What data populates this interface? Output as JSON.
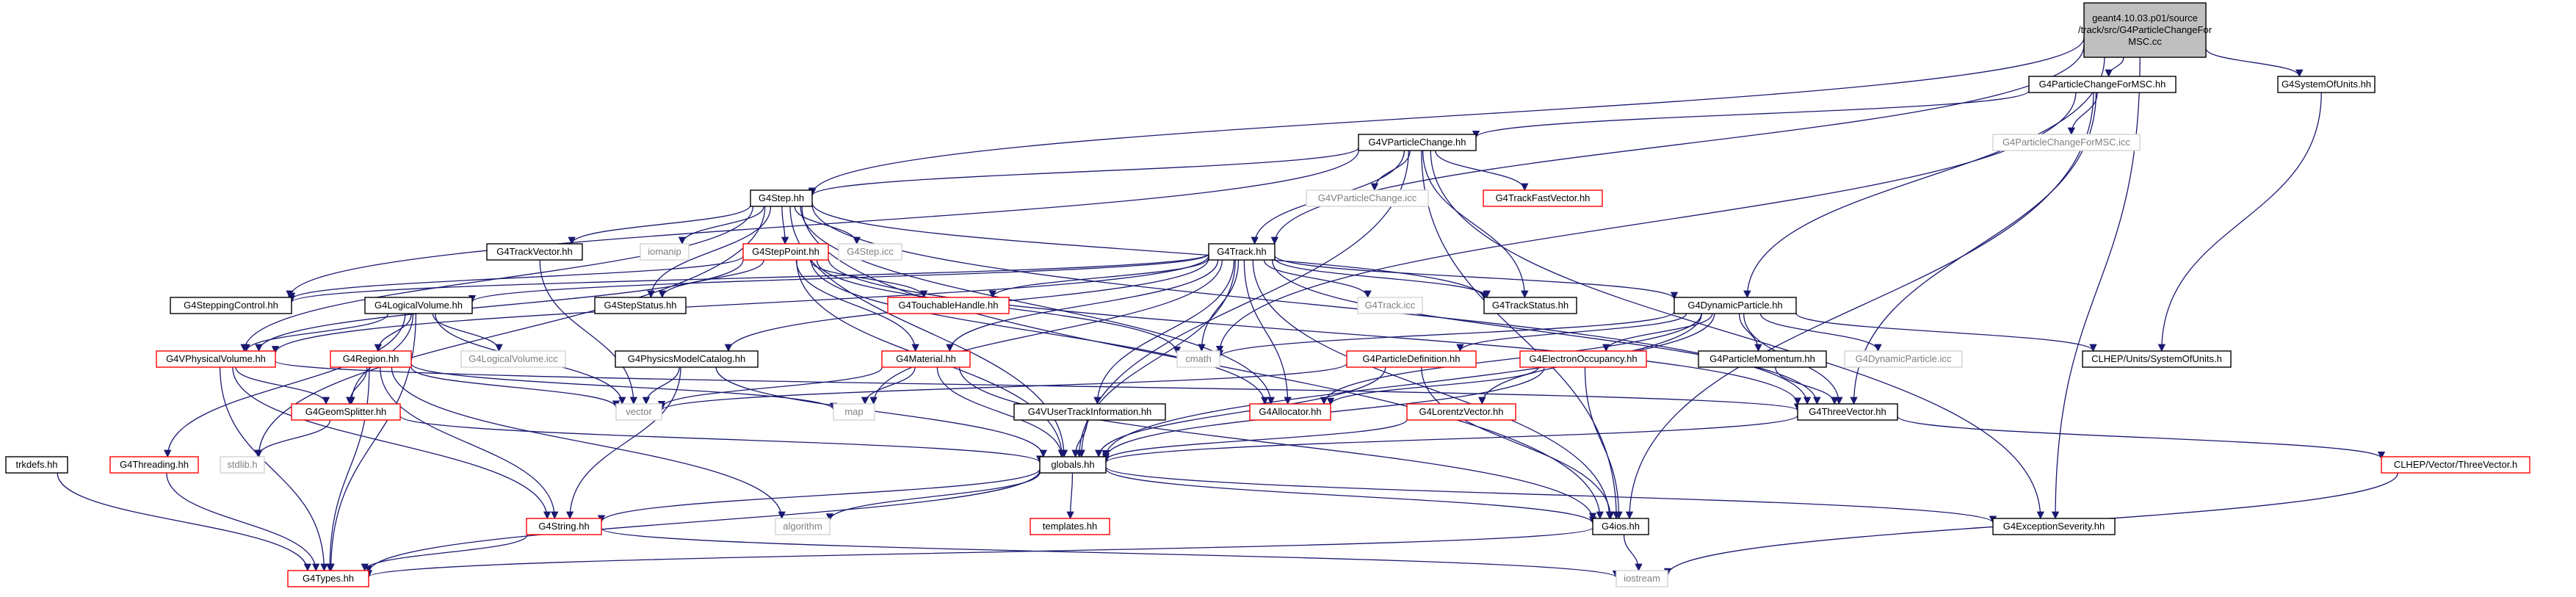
{
  "colors": {
    "edge": "#191970",
    "root_fill": "#bfbfbf",
    "box_border": "#000000",
    "external_border": "#d3d3d3",
    "truncated_border": "#ff0000",
    "text": "#000000",
    "external_text": "#7f7f7f"
  },
  "nodes": [
    {
      "id": "root",
      "lines": [
        "geant4.10.03.p01/source",
        "/track/src/G4ParticleChangeFor",
        "MSC.cc"
      ],
      "style": "root"
    },
    {
      "id": "pcmsc_hh",
      "lines": [
        "G4ParticleChangeForMSC.hh"
      ],
      "style": "normal"
    },
    {
      "id": "sysunits_hh",
      "lines": [
        "G4SystemOfUnits.hh"
      ],
      "style": "normal"
    },
    {
      "id": "vpc_hh",
      "lines": [
        "G4VParticleChange.hh"
      ],
      "style": "normal"
    },
    {
      "id": "pcmsc_icc",
      "lines": [
        "G4ParticleChangeForMSC.icc"
      ],
      "style": "external"
    },
    {
      "id": "step_hh",
      "lines": [
        "G4Step.hh"
      ],
      "style": "normal"
    },
    {
      "id": "vpc_icc",
      "lines": [
        "G4VParticleChange.icc"
      ],
      "style": "external"
    },
    {
      "id": "tfv_hh",
      "lines": [
        "G4TrackFastVector.hh"
      ],
      "style": "truncated"
    },
    {
      "id": "trackvector_hh",
      "lines": [
        "G4TrackVector.hh"
      ],
      "style": "normal"
    },
    {
      "id": "iomanip",
      "lines": [
        "iomanip"
      ],
      "style": "external"
    },
    {
      "id": "steppoint_hh",
      "lines": [
        "G4StepPoint.hh"
      ],
      "style": "truncated"
    },
    {
      "id": "step_icc",
      "lines": [
        "G4Step.icc"
      ],
      "style": "external"
    },
    {
      "id": "track_hh",
      "lines": [
        "G4Track.hh"
      ],
      "style": "normal"
    },
    {
      "id": "steppingcontrol_hh",
      "lines": [
        "G4SteppingControl.hh"
      ],
      "style": "normal"
    },
    {
      "id": "stepstatus_hh",
      "lines": [
        "G4StepStatus.hh"
      ],
      "style": "normal"
    },
    {
      "id": "touchable_hh",
      "lines": [
        "G4TouchableHandle.hh"
      ],
      "style": "truncated"
    },
    {
      "id": "track_icc",
      "lines": [
        "G4Track.icc"
      ],
      "style": "external"
    },
    {
      "id": "trackstatus_hh",
      "lines": [
        "G4TrackStatus.hh"
      ],
      "style": "normal"
    },
    {
      "id": "dynpart_hh",
      "lines": [
        "G4DynamicParticle.hh"
      ],
      "style": "normal"
    },
    {
      "id": "logvol_hh",
      "lines": [
        "G4LogicalVolume.hh"
      ],
      "style": "normal"
    },
    {
      "id": "logvol_icc",
      "lines": [
        "G4LogicalVolume.icc"
      ],
      "style": "external"
    },
    {
      "id": "physmodel_hh",
      "lines": [
        "G4PhysicsModelCatalog.hh"
      ],
      "style": "normal"
    },
    {
      "id": "cmath",
      "lines": [
        "cmath"
      ],
      "style": "external"
    },
    {
      "id": "partdef_hh",
      "lines": [
        "G4ParticleDefinition.hh"
      ],
      "style": "truncated"
    },
    {
      "id": "elocc_hh",
      "lines": [
        "G4ElectronOccupancy.hh"
      ],
      "style": "truncated"
    },
    {
      "id": "partmom_hh",
      "lines": [
        "G4ParticleMomentum.hh"
      ],
      "style": "normal"
    },
    {
      "id": "dynpart_icc",
      "lines": [
        "G4DynamicParticle.icc"
      ],
      "style": "external"
    },
    {
      "id": "clhep_units",
      "lines": [
        "CLHEP/Units/SystemOfUnits.h"
      ],
      "style": "normal"
    },
    {
      "id": "vphysvol_hh",
      "lines": [
        "G4VPhysicalVolume.hh"
      ],
      "style": "truncated"
    },
    {
      "id": "material_hh",
      "lines": [
        "G4Material.hh"
      ],
      "style": "truncated"
    },
    {
      "id": "region_hh",
      "lines": [
        "G4Region.hh"
      ],
      "style": "truncated"
    },
    {
      "id": "vector",
      "lines": [
        "vector"
      ],
      "style": "external"
    },
    {
      "id": "map",
      "lines": [
        "map"
      ],
      "style": "external"
    },
    {
      "id": "geomsplitter_hh",
      "lines": [
        "G4GeomSplitter.hh"
      ],
      "style": "truncated"
    },
    {
      "id": "allocator_hh",
      "lines": [
        "G4Allocator.hh"
      ],
      "style": "truncated"
    },
    {
      "id": "vuti_hh",
      "lines": [
        "G4VUserTrackInformation.hh"
      ],
      "style": "normal"
    },
    {
      "id": "lorentz_hh",
      "lines": [
        "G4LorentzVector.hh"
      ],
      "style": "truncated"
    },
    {
      "id": "threevector_hh",
      "lines": [
        "G4ThreeVector.hh"
      ],
      "style": "normal"
    },
    {
      "id": "trkdefs_hh",
      "lines": [
        "trkdefs.hh"
      ],
      "style": "normal"
    },
    {
      "id": "threading_hh",
      "lines": [
        "G4Threading.hh"
      ],
      "style": "truncated"
    },
    {
      "id": "stdlib_h",
      "lines": [
        "stdlib.h"
      ],
      "style": "external"
    },
    {
      "id": "globals_hh",
      "lines": [
        "globals.hh"
      ],
      "style": "normal"
    },
    {
      "id": "clhep_three",
      "lines": [
        "CLHEP/Vector/ThreeVector.h"
      ],
      "style": "truncated"
    },
    {
      "id": "string_hh",
      "lines": [
        "G4String.hh"
      ],
      "style": "truncated"
    },
    {
      "id": "algorithm",
      "lines": [
        "algorithm"
      ],
      "style": "external"
    },
    {
      "id": "templates_hh",
      "lines": [
        "templates.hh"
      ],
      "style": "truncated"
    },
    {
      "id": "ios_hh",
      "lines": [
        "G4ios.hh"
      ],
      "style": "normal"
    },
    {
      "id": "excsev_hh",
      "lines": [
        "G4ExceptionSeverity.hh"
      ],
      "style": "normal"
    },
    {
      "id": "types_hh",
      "lines": [
        "G4Types.hh"
      ],
      "style": "truncated"
    },
    {
      "id": "iostream",
      "lines": [
        "iostream"
      ],
      "style": "external"
    }
  ],
  "edges": [
    [
      "root",
      "pcmsc_hh"
    ],
    [
      "root",
      "sysunits_hh"
    ],
    [
      "root",
      "step_hh"
    ],
    [
      "root",
      "track_hh"
    ],
    [
      "root",
      "dynpart_hh"
    ],
    [
      "root",
      "excsev_hh"
    ],
    [
      "pcmsc_hh",
      "vpc_hh"
    ],
    [
      "pcmsc_hh",
      "pcmsc_icc"
    ],
    [
      "pcmsc_hh",
      "cmath"
    ],
    [
      "pcmsc_hh",
      "threevector_hh"
    ],
    [
      "pcmsc_hh",
      "ios_hh"
    ],
    [
      "sysunits_hh",
      "clhep_units"
    ],
    [
      "vpc_hh",
      "step_hh"
    ],
    [
      "vpc_hh",
      "vpc_icc"
    ],
    [
      "vpc_hh",
      "tfv_hh"
    ],
    [
      "vpc_hh",
      "track_hh"
    ],
    [
      "vpc_hh",
      "trackstatus_hh"
    ],
    [
      "vpc_hh",
      "steppingcontrol_hh"
    ],
    [
      "vpc_hh",
      "globals_hh"
    ],
    [
      "vpc_hh",
      "ios_hh"
    ],
    [
      "vpc_hh",
      "excsev_hh"
    ],
    [
      "step_hh",
      "trackvector_hh"
    ],
    [
      "step_hh",
      "iomanip"
    ],
    [
      "step_hh",
      "steppoint_hh"
    ],
    [
      "step_hh",
      "step_icc"
    ],
    [
      "step_hh",
      "stepstatus_hh"
    ],
    [
      "step_hh",
      "vphysvol_hh"
    ],
    [
      "step_hh",
      "stdlib_h"
    ],
    [
      "step_hh",
      "globals_hh"
    ],
    [
      "step_hh",
      "threevector_hh"
    ],
    [
      "step_hh",
      "allocator_hh"
    ],
    [
      "step_hh",
      "trackstatus_hh"
    ],
    [
      "step_hh",
      "ios_hh"
    ],
    [
      "trackvector_hh",
      "vector"
    ],
    [
      "steppoint_hh",
      "steppingcontrol_hh"
    ],
    [
      "steppoint_hh",
      "stepstatus_hh"
    ],
    [
      "steppoint_hh",
      "touchable_hh"
    ],
    [
      "steppoint_hh",
      "vphysvol_hh"
    ],
    [
      "steppoint_hh",
      "material_hh"
    ],
    [
      "steppoint_hh",
      "cmath"
    ],
    [
      "steppoint_hh",
      "allocator_hh"
    ],
    [
      "steppoint_hh",
      "globals_hh"
    ],
    [
      "steppoint_hh",
      "threevector_hh"
    ],
    [
      "track_hh",
      "steppingcontrol_hh"
    ],
    [
      "track_hh",
      "touchable_hh"
    ],
    [
      "track_hh",
      "track_icc"
    ],
    [
      "track_hh",
      "trackstatus_hh"
    ],
    [
      "track_hh",
      "dynpart_hh"
    ],
    [
      "track_hh",
      "logvol_hh"
    ],
    [
      "track_hh",
      "vphysvol_hh"
    ],
    [
      "track_hh",
      "physmodel_hh"
    ],
    [
      "track_hh",
      "material_hh"
    ],
    [
      "track_hh",
      "cmath"
    ],
    [
      "track_hh",
      "map"
    ],
    [
      "track_hh",
      "allocator_hh"
    ],
    [
      "track_hh",
      "vuti_hh"
    ],
    [
      "track_hh",
      "globals_hh"
    ],
    [
      "track_hh",
      "threevector_hh"
    ],
    [
      "track_hh",
      "ios_hh"
    ],
    [
      "dynpart_hh",
      "cmath"
    ],
    [
      "dynpart_hh",
      "partdef_hh"
    ],
    [
      "dynpart_hh",
      "elocc_hh"
    ],
    [
      "dynpart_hh",
      "partmom_hh"
    ],
    [
      "dynpart_hh",
      "dynpart_icc"
    ],
    [
      "dynpart_hh",
      "clhep_units"
    ],
    [
      "dynpart_hh",
      "lorentz_hh"
    ],
    [
      "dynpart_hh",
      "threevector_hh"
    ],
    [
      "dynpart_hh",
      "allocator_hh"
    ],
    [
      "dynpart_hh",
      "globals_hh"
    ],
    [
      "logvol_hh",
      "logvol_icc"
    ],
    [
      "logvol_hh",
      "vphysvol_hh"
    ],
    [
      "logvol_hh",
      "region_hh"
    ],
    [
      "logvol_hh",
      "vector"
    ],
    [
      "logvol_hh",
      "geomsplitter_hh"
    ],
    [
      "logvol_hh",
      "types_hh"
    ],
    [
      "logvol_hh",
      "threading_hh"
    ],
    [
      "physmodel_hh",
      "vector"
    ],
    [
      "physmodel_hh",
      "string_hh"
    ],
    [
      "physmodel_hh",
      "globals_hh"
    ],
    [
      "partdef_hh",
      "vector"
    ],
    [
      "partdef_hh",
      "globals_hh"
    ],
    [
      "partdef_hh",
      "ios_hh"
    ],
    [
      "elocc_hh",
      "allocator_hh"
    ],
    [
      "elocc_hh",
      "globals_hh"
    ],
    [
      "elocc_hh",
      "ios_hh"
    ],
    [
      "partmom_hh",
      "threevector_hh"
    ],
    [
      "vphysvol_hh",
      "geomsplitter_hh"
    ],
    [
      "vphysvol_hh",
      "string_hh"
    ],
    [
      "vphysvol_hh",
      "types_hh"
    ],
    [
      "vphysvol_hh",
      "threevector_hh"
    ],
    [
      "material_hh",
      "vector"
    ],
    [
      "material_hh",
      "map"
    ],
    [
      "material_hh",
      "globals_hh"
    ],
    [
      "material_hh",
      "ios_hh"
    ],
    [
      "region_hh",
      "vector"
    ],
    [
      "region_hh",
      "map"
    ],
    [
      "region_hh",
      "geomsplitter_hh"
    ],
    [
      "region_hh",
      "string_hh"
    ],
    [
      "region_hh",
      "algorithm"
    ],
    [
      "region_hh",
      "types_hh"
    ],
    [
      "geomsplitter_hh",
      "globals_hh"
    ],
    [
      "geomsplitter_hh",
      "stdlib_h"
    ],
    [
      "vuti_hh",
      "globals_hh"
    ],
    [
      "lorentz_hh",
      "globals_hh"
    ],
    [
      "threevector_hh",
      "globals_hh"
    ],
    [
      "threevector_hh",
      "clhep_three"
    ],
    [
      "trkdefs_hh",
      "types_hh"
    ],
    [
      "threading_hh",
      "types_hh"
    ],
    [
      "globals_hh",
      "string_hh"
    ],
    [
      "globals_hh",
      "algorithm"
    ],
    [
      "globals_hh",
      "templates_hh"
    ],
    [
      "globals_hh",
      "ios_hh"
    ],
    [
      "globals_hh",
      "excsev_hh"
    ],
    [
      "globals_hh",
      "types_hh"
    ],
    [
      "clhep_three",
      "iostream"
    ],
    [
      "string_hh",
      "types_hh"
    ],
    [
      "string_hh",
      "iostream"
    ],
    [
      "ios_hh",
      "types_hh"
    ],
    [
      "ios_hh",
      "iostream"
    ]
  ]
}
